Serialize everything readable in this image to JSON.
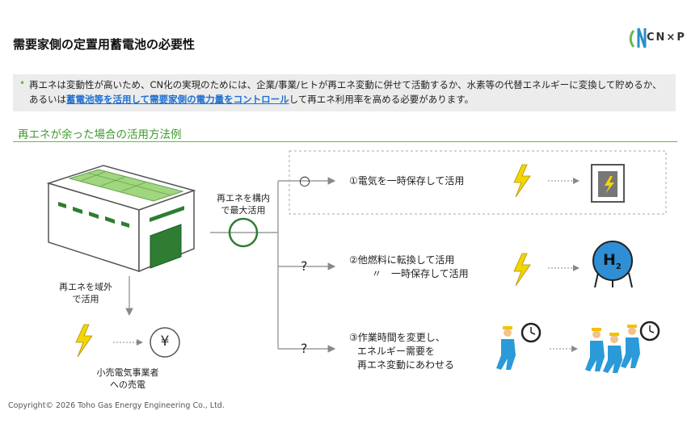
{
  "header": {
    "title": "需要家側の定置用蓄電池の必要性",
    "logo_text": "CN×P"
  },
  "summary": {
    "bullet": "•",
    "text_part1": "再エネは変動性が高いため、CN化の実現のためには、企業/事業/ヒトが再エネ変動に併せて活動するか、水素等の代替エネルギーに変換して貯めるか、あるいは",
    "text_highlight": "蓄電池等を活用して需要家側の電力量をコントロール",
    "text_part2": "して再エネ利用率を高める必要があります。"
  },
  "section": {
    "heading": "再エネが余った場合の活用方法例"
  },
  "diagram": {
    "onsite_label_line1": "再エネを構内",
    "onsite_label_line2": "で最大活用",
    "offsite_label_line1": "再エネを域外",
    "offsite_label_line2": "で活用",
    "retail_label_line1": "小売電気事業者",
    "retail_label_line2": "への売電",
    "yen_symbol": "¥",
    "h2_symbol": "H",
    "h2_subscript": "2",
    "options": [
      {
        "marker": "○",
        "line1": "①電気を一時保存して活用",
        "line2": ""
      },
      {
        "marker": "?",
        "line1": "②他燃料に転換して活用",
        "line2": "〃　一時保存して活用"
      },
      {
        "marker": "?",
        "line1": "③作業時間を変更し、",
        "line2": "エネルギー需要を",
        "line3": "再エネ変動にあわせる"
      }
    ]
  },
  "colors": {
    "accent_green": "#67b94a",
    "highlight_blue": "#1f6fd0",
    "bolt_yellow": "#f2d600",
    "h2_blue": "#2f8fd6",
    "worker_blue": "#2a9ad8"
  },
  "footer": {
    "copyright": "Copyright© 2026 Toho Gas Energy Engineering Co., Ltd."
  }
}
